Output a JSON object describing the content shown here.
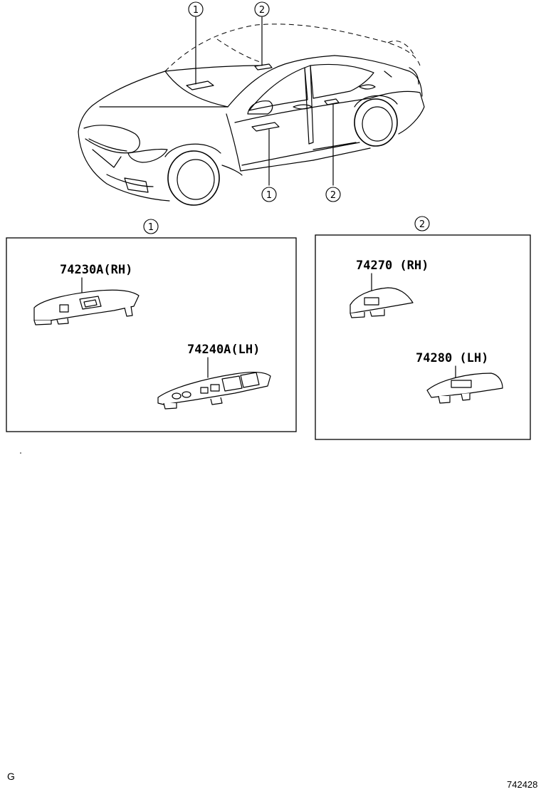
{
  "callouts": {
    "one": "1",
    "two": "2"
  },
  "group1": {
    "part_a": "74230A(RH)",
    "part_b": "74240A(LH)"
  },
  "group2": {
    "part_a": "74270  (RH)",
    "part_b": "74280  (LH)"
  },
  "footer": {
    "left_code": "G",
    "right_code": "742428"
  }
}
